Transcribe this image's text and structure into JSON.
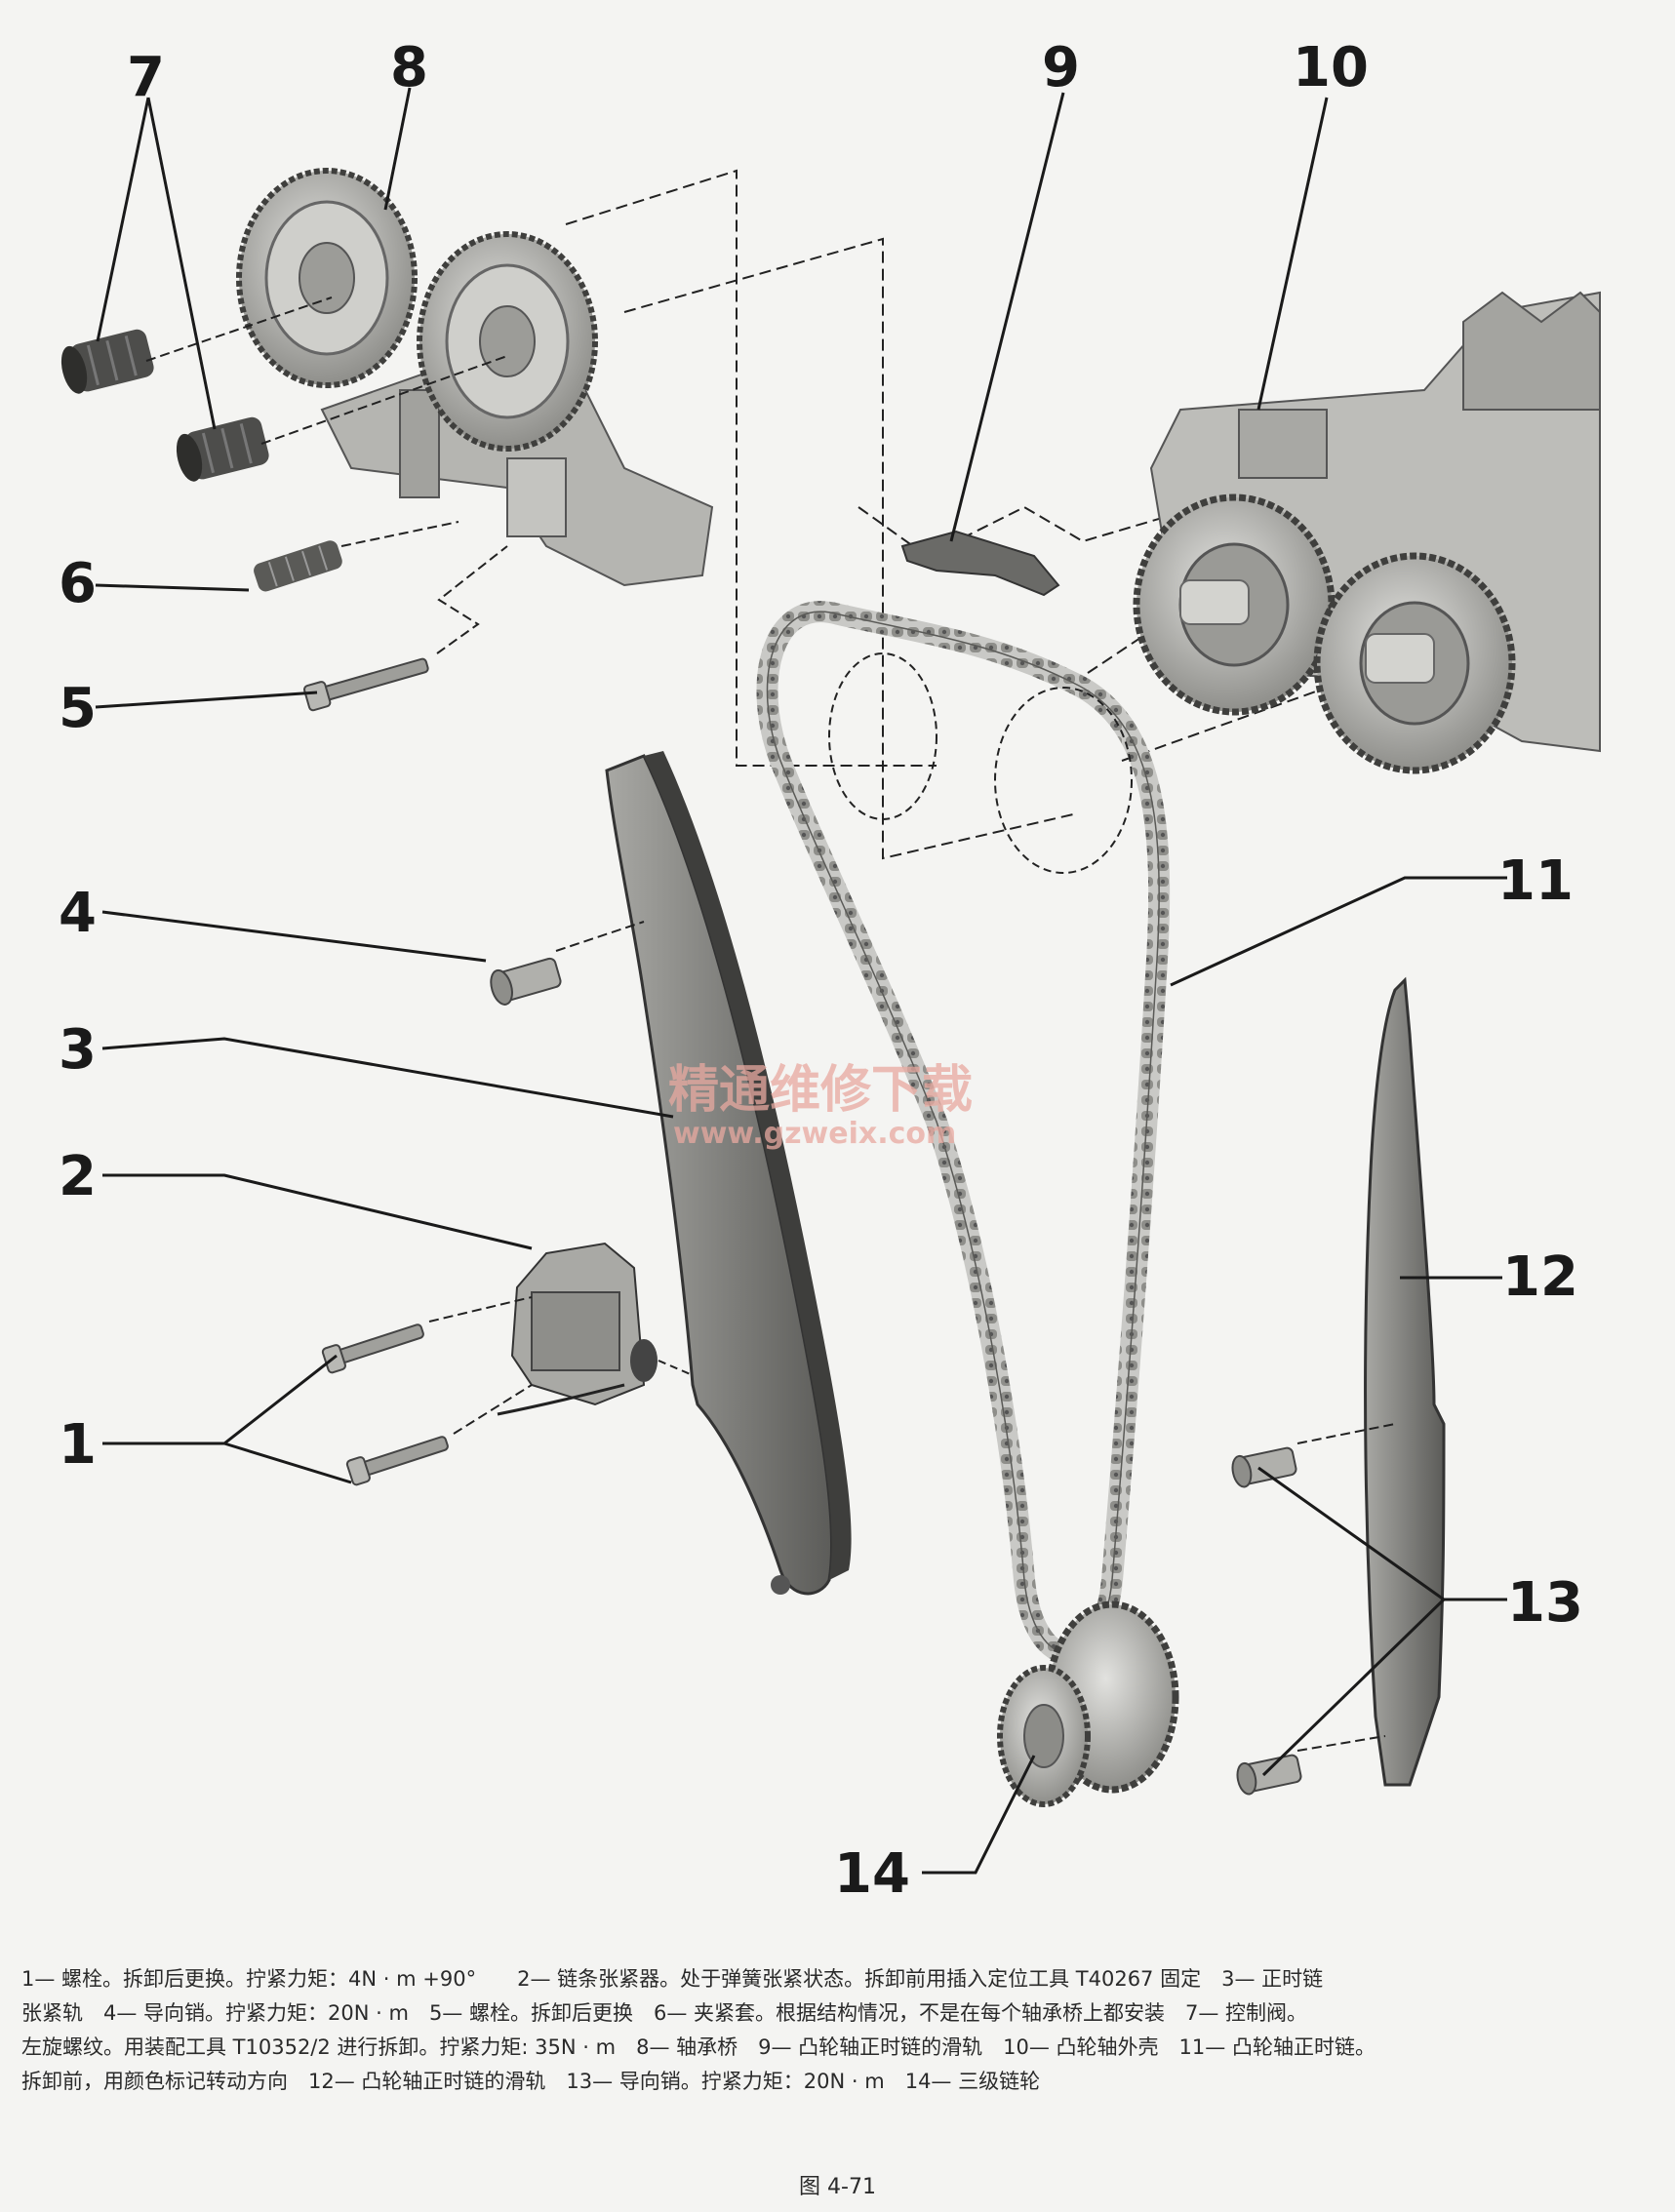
{
  "callouts": {
    "c1": "1",
    "c2": "2",
    "c3": "3",
    "c4": "4",
    "c5": "5",
    "c6": "6",
    "c7": "7",
    "c8": "8",
    "c9": "9",
    "c10": "10",
    "c11": "11",
    "c12": "12",
    "c13": "13",
    "c14": "14"
  },
  "watermark": {
    "title": "精通维修下载",
    "url": "www.gzweix.com"
  },
  "caption": {
    "lines": [
      "1— 螺栓。拆卸后更换。拧紧力矩：4N · m +90°　　2— 链条张紧器。处于弹簧张紧状态。拆卸前用插入定位工具 T40267 固定　3— 正时链",
      "张紧轨　4— 导向销。拧紧力矩：20N · m　5— 螺栓。拆卸后更换　6— 夹紧套。根据结构情况，不是在每个轴承桥上都安装　7— 控制阀。",
      "左旋螺纹。用装配工具 T10352/2 进行拆卸。拧紧力矩: 35N · m　8— 轴承桥　9— 凸轮轴正时链的滑轨　10— 凸轮轴外壳　11— 凸轮轴正时链。",
      "拆卸前，用颜色标记转动方向　12— 凸轮轴正时链的滑轨　13— 导向销。拧紧力矩：20N · m　14— 三级链轮"
    ],
    "figure_number": "图 4-71"
  },
  "colors": {
    "part_fill": "#b9b9b6",
    "part_dark": "#4a4a48",
    "line": "#222222"
  }
}
